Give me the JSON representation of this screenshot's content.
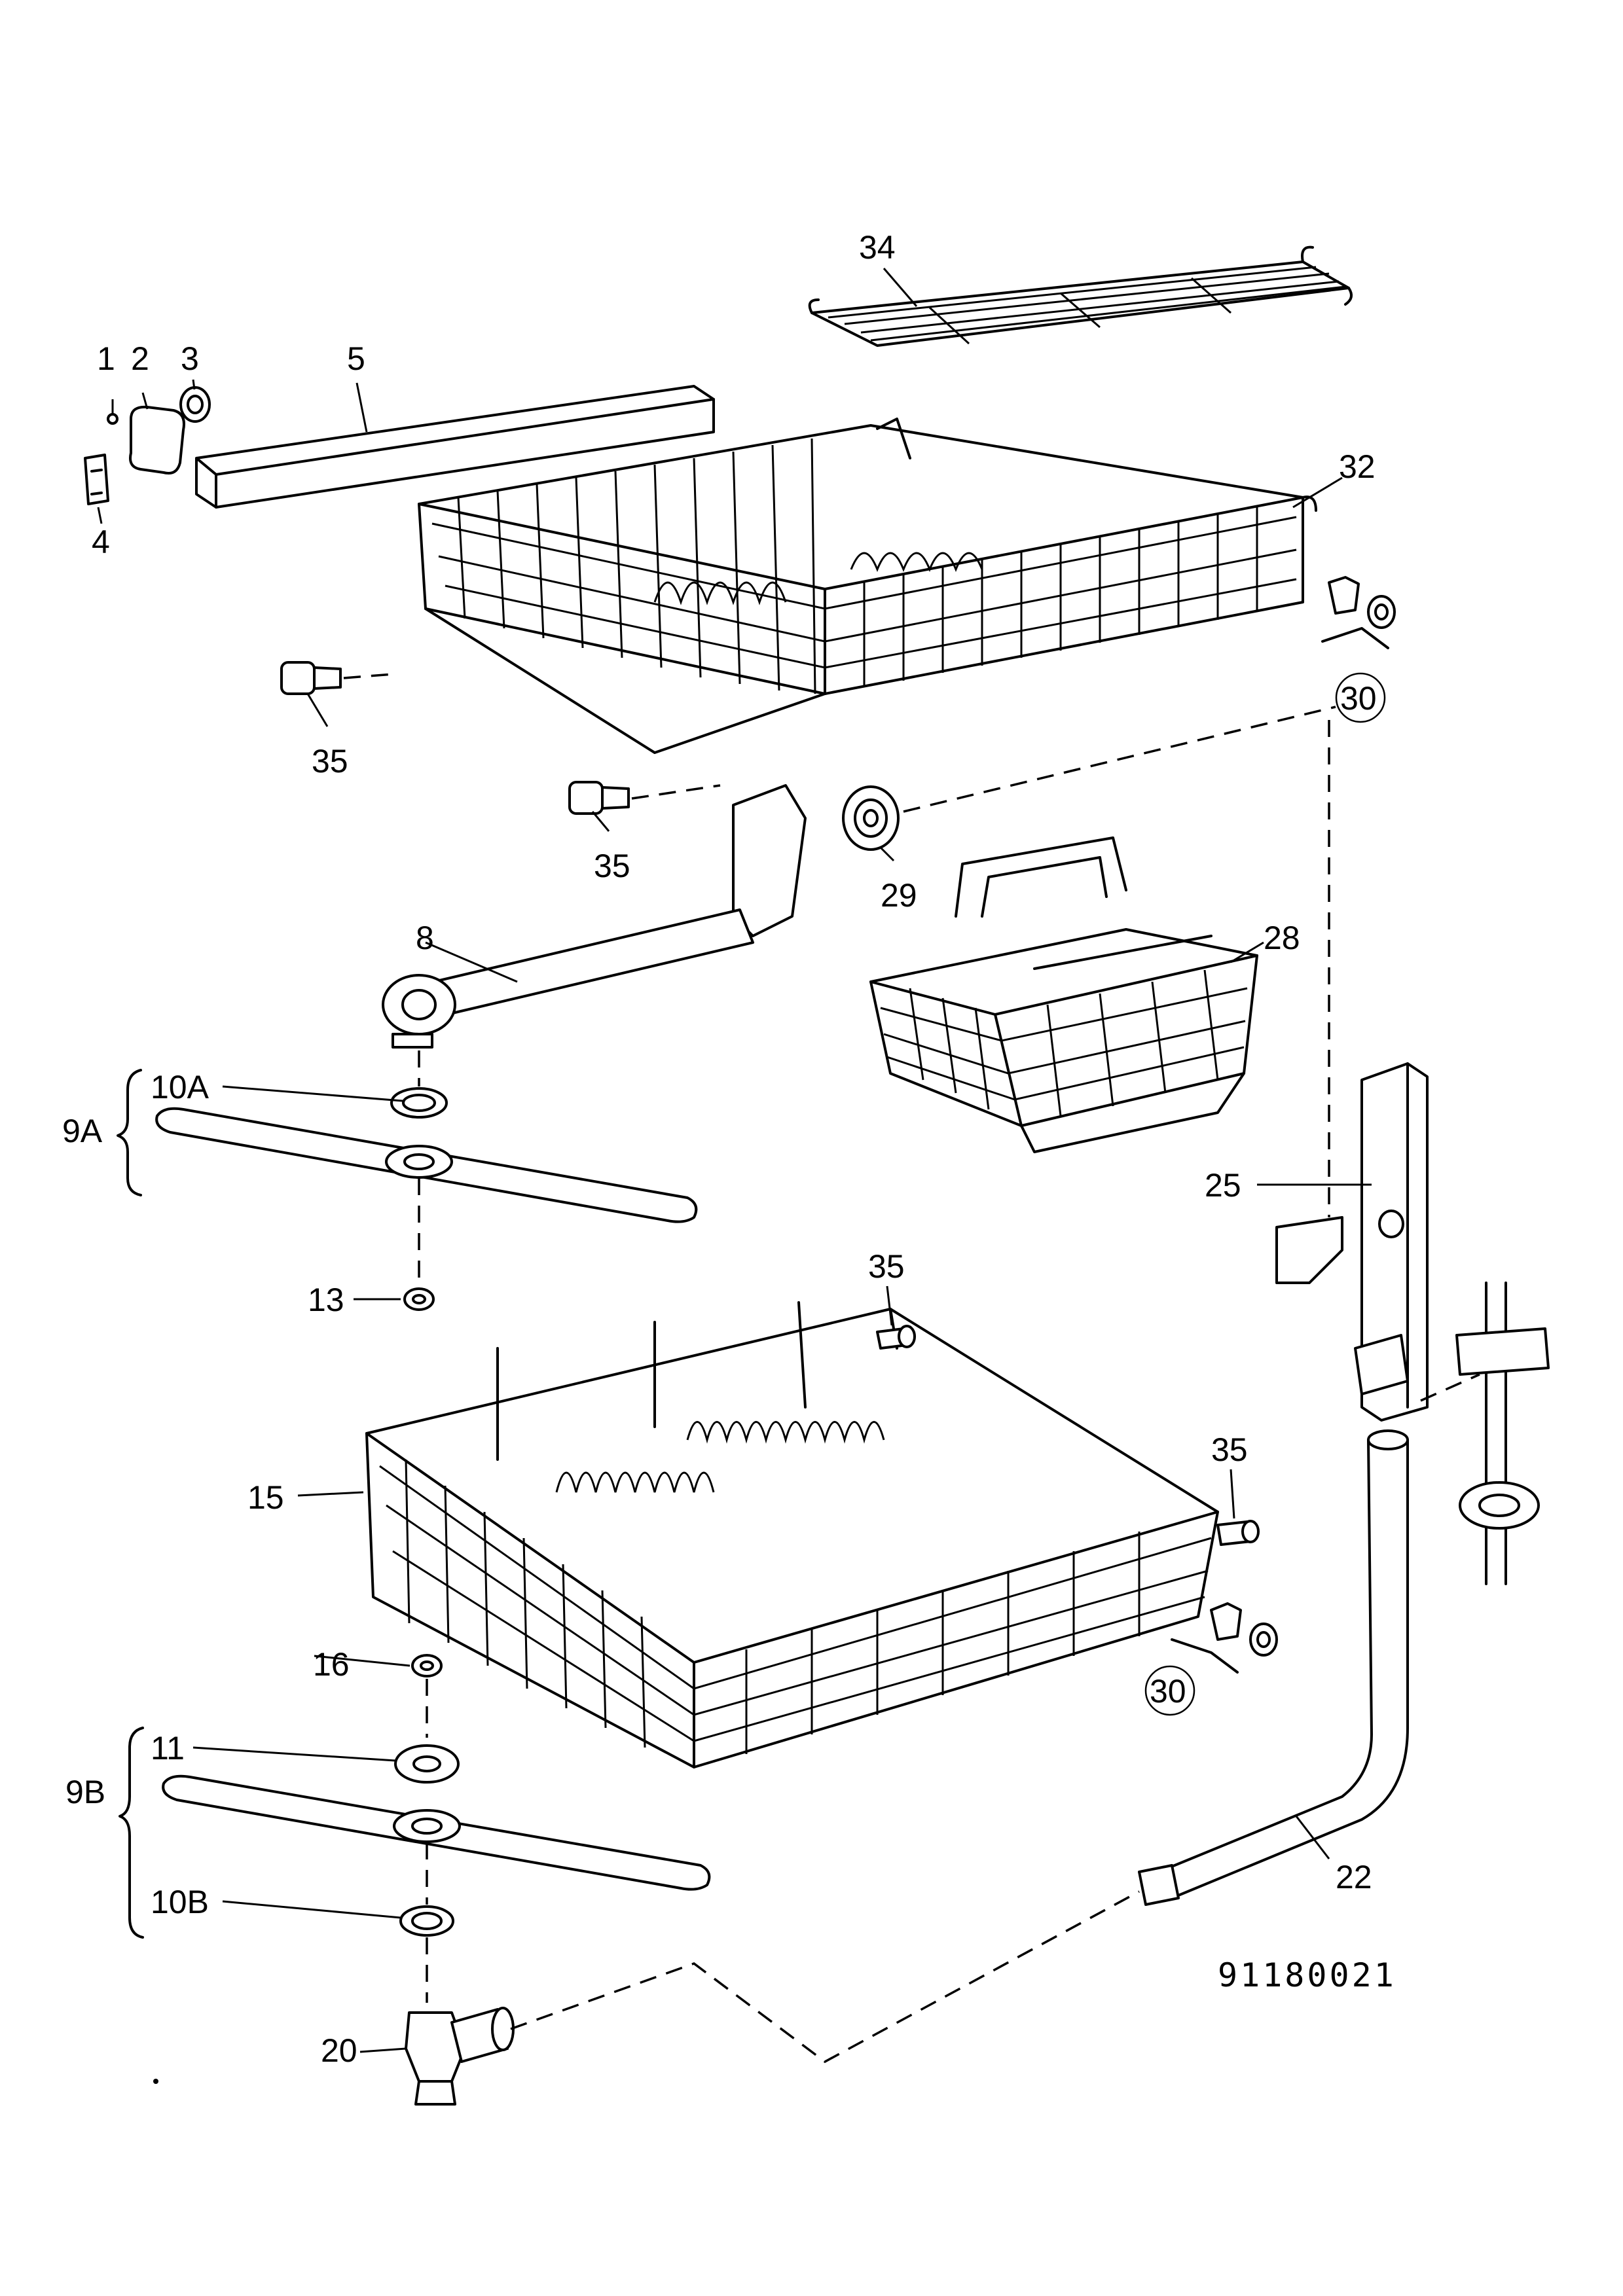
{
  "diagram": {
    "drawing_number": "91180021",
    "callouts": {
      "c1": "1",
      "c2": "2",
      "c3": "3",
      "c4": "4",
      "c5": "5",
      "c34": "34",
      "c32": "32",
      "c30a": "30",
      "c35a": "35",
      "c35b": "35",
      "c29": "29",
      "c28": "28",
      "c8": "8",
      "c9A": "9A",
      "c10A": "10A",
      "c25": "25",
      "c13": "13",
      "c35c": "35",
      "c35d": "35",
      "c15": "15",
      "c16": "16",
      "c30b": "30",
      "c9B": "9B",
      "c11": "11",
      "c10B": "10B",
      "c22": "22",
      "c20": "20"
    }
  }
}
